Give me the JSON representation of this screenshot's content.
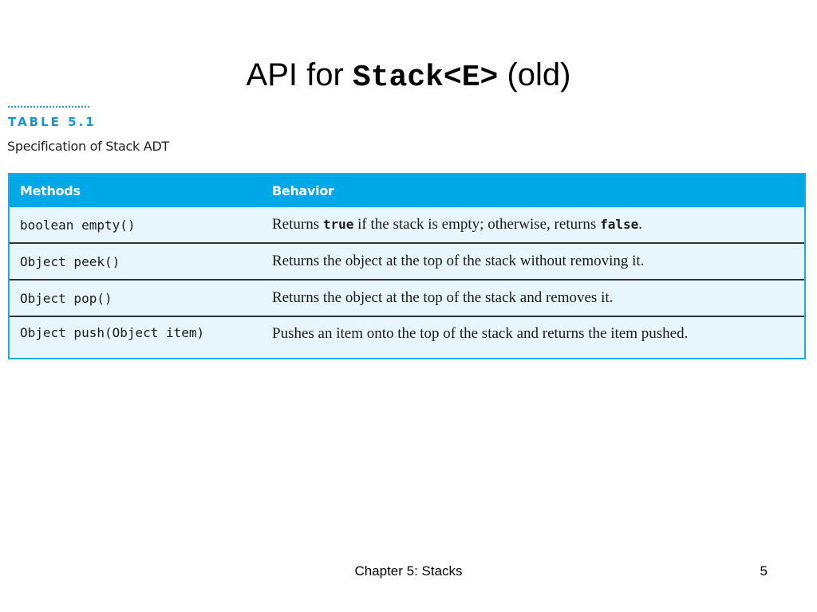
{
  "slide": {
    "title_prefix": "API for ",
    "title_code": "Stack<E>",
    "title_suffix": " (old)"
  },
  "table": {
    "number": "TABLE 5.1",
    "caption": "Specification of Stack ADT",
    "columns": [
      "Methods",
      "Behavior"
    ],
    "rows": [
      {
        "method": "boolean empty()",
        "behavior_1": "Returns ",
        "behavior_kw1": "true",
        "behavior_2": " if the stack is empty; otherwise, returns ",
        "behavior_kw2": "false",
        "behavior_3": "."
      },
      {
        "method": "Object peek()",
        "behavior": "Returns the object at the top of the stack without removing it."
      },
      {
        "method": "Object pop()",
        "behavior": "Returns the object at the top of the stack and removes it."
      },
      {
        "method": "Object push(Object item)",
        "behavior": "Pushes an item onto the top of the stack and returns the item pushed."
      }
    ]
  },
  "footer": {
    "chapter": "Chapter 5: Stacks",
    "page_number": "5"
  }
}
